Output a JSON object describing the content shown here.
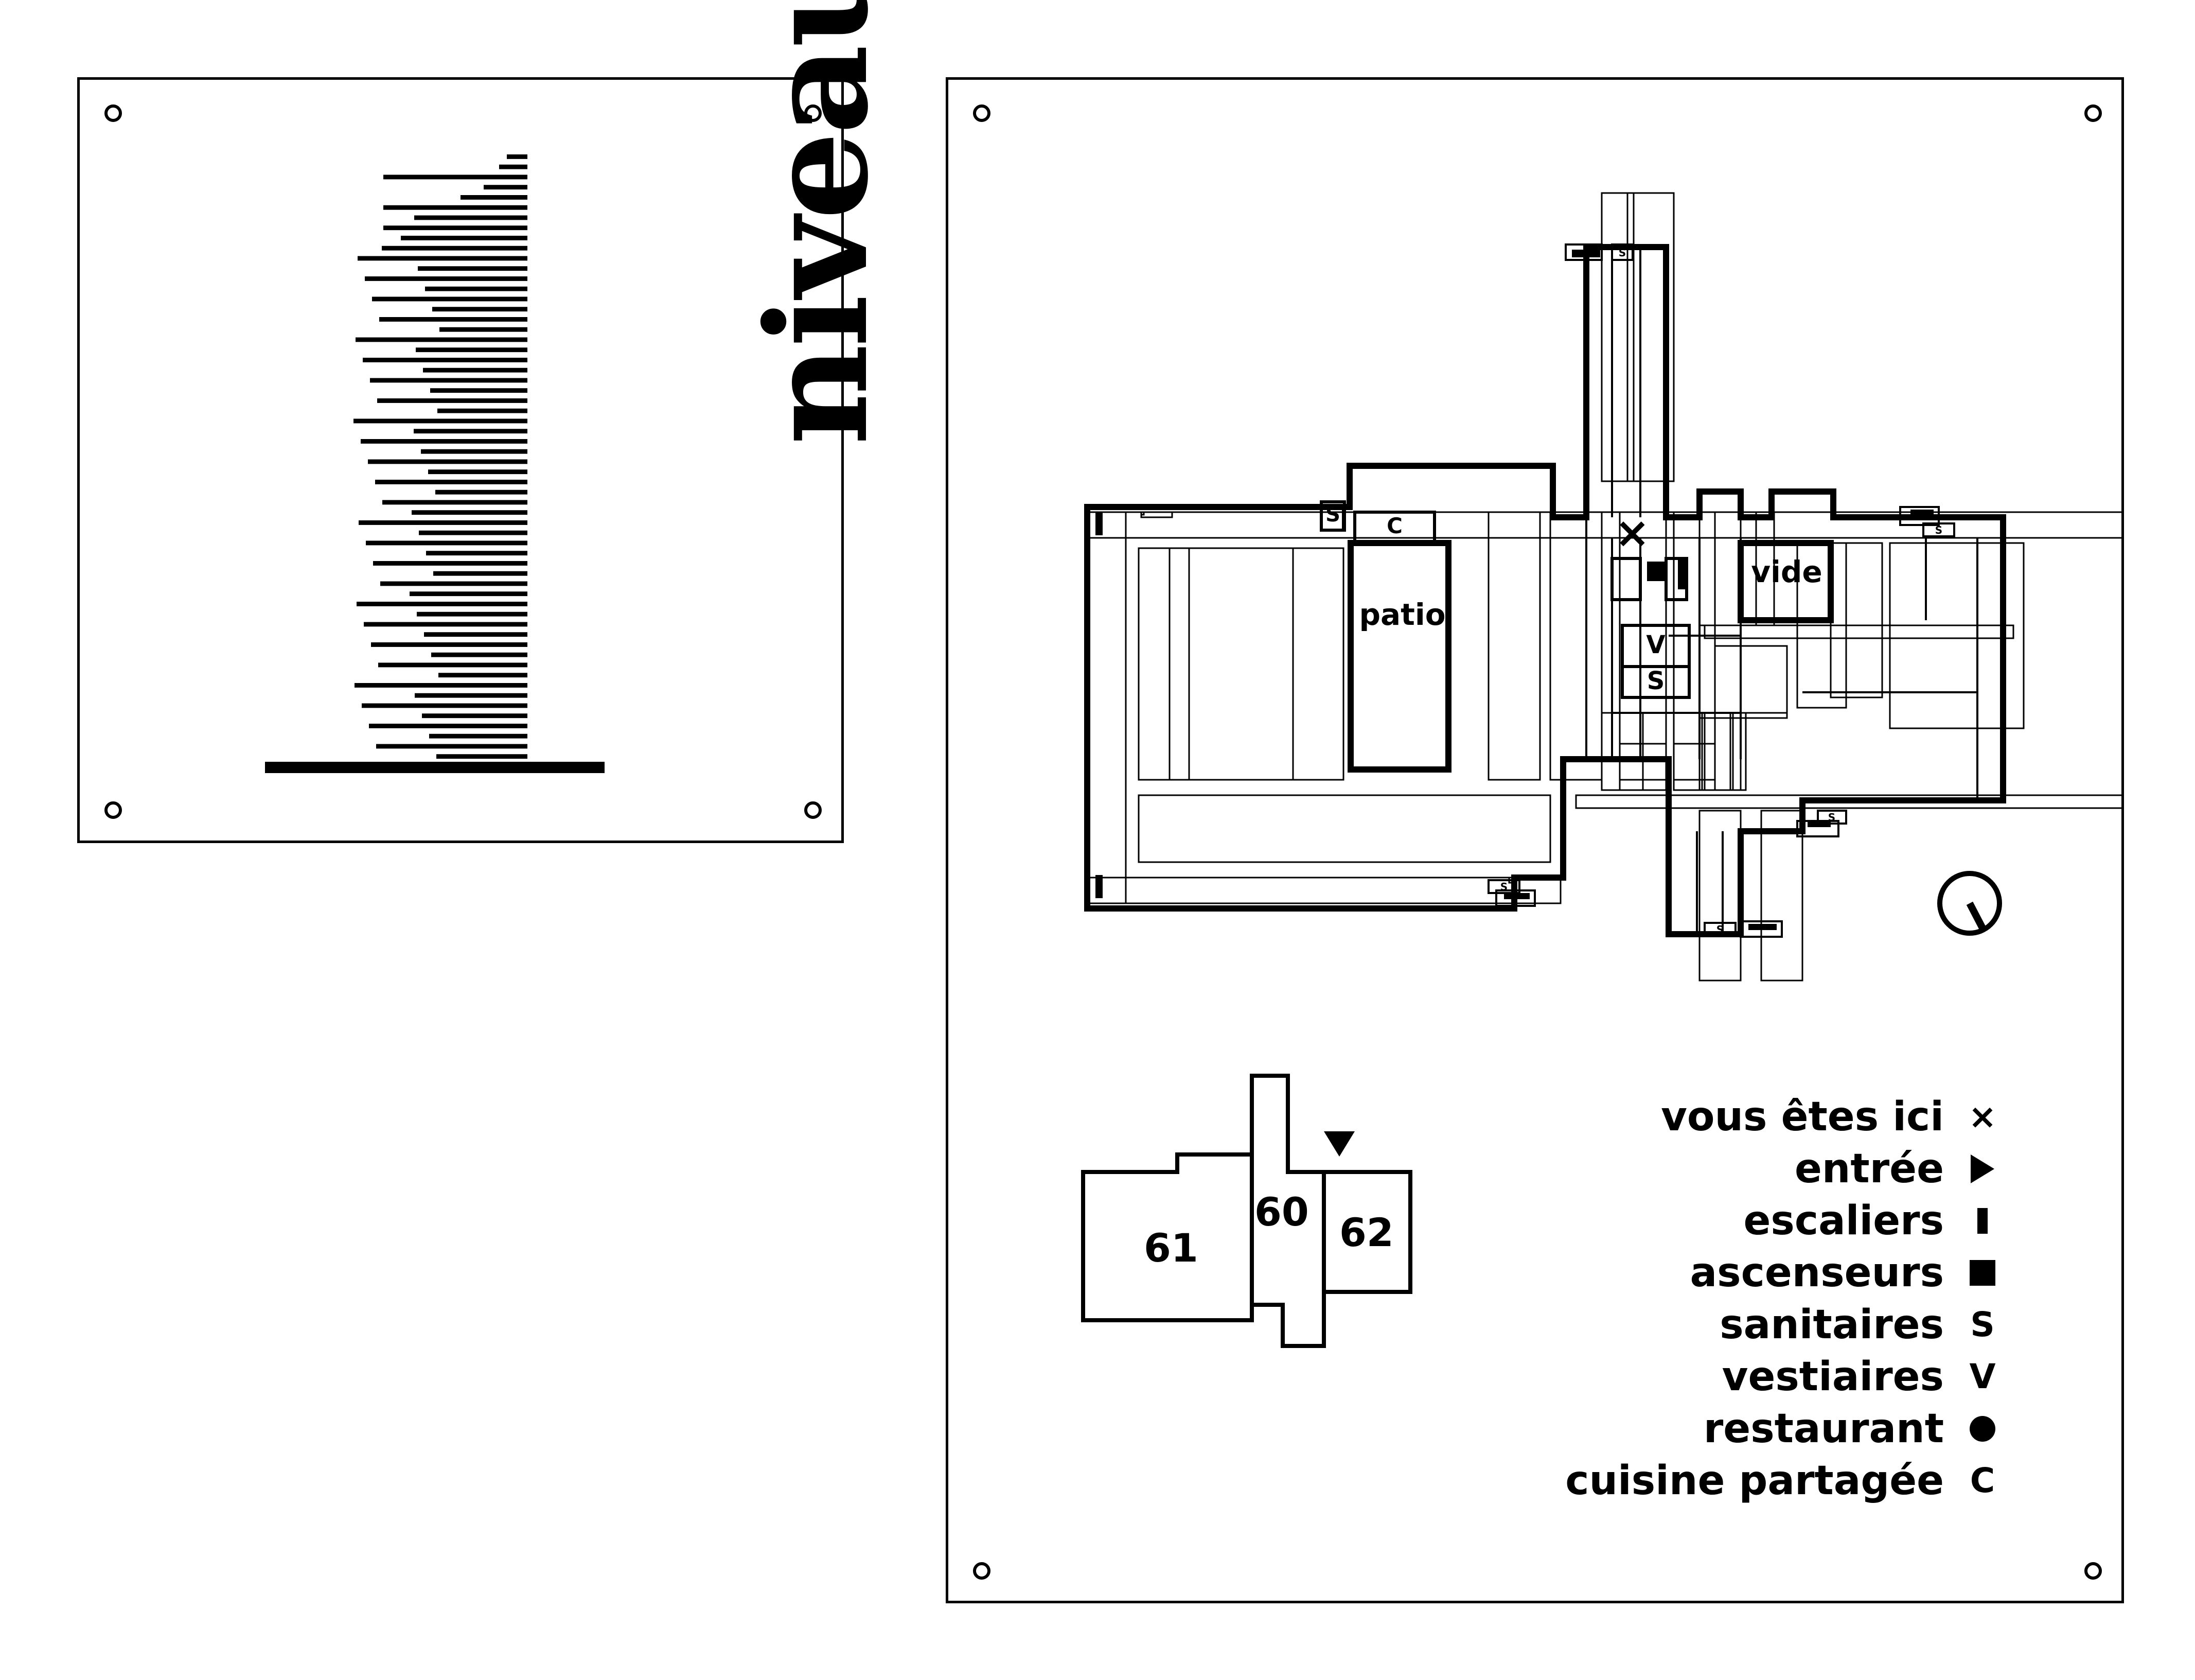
{
  "left_panel": {
    "word": "niveau"
  },
  "plan": {
    "room_labels": {
      "patio": "patio",
      "vide": "vide",
      "kitchen": "C",
      "cloakroom": "V",
      "sanitary": "S",
      "sanitary_small": "S",
      "you_are_here": "×"
    },
    "compass_icon": "compass-icon"
  },
  "minimap": {
    "buildings": [
      {
        "id": "61",
        "label": "61"
      },
      {
        "id": "60",
        "label": "60"
      },
      {
        "id": "62",
        "label": "62"
      }
    ],
    "marker_icon": "triangle-down-icon"
  },
  "legend": {
    "items": [
      {
        "label": "vous êtes ici",
        "symbol": "×",
        "icon": "cross-icon"
      },
      {
        "label": "entrée",
        "symbol": "",
        "icon": "triangle-right-icon"
      },
      {
        "label": "escaliers",
        "symbol": "",
        "icon": "stairs-bar-icon"
      },
      {
        "label": "ascenseurs",
        "symbol": "",
        "icon": "square-icon"
      },
      {
        "label": "sanitaires",
        "symbol": "S",
        "icon": "s-letter-icon"
      },
      {
        "label": "vestiaires",
        "symbol": "V",
        "icon": "v-letter-icon"
      },
      {
        "label": "restaurant",
        "symbol": "",
        "icon": "dot-icon"
      },
      {
        "label": "cuisine partagée",
        "symbol": "C",
        "icon": "c-letter-icon"
      }
    ]
  }
}
